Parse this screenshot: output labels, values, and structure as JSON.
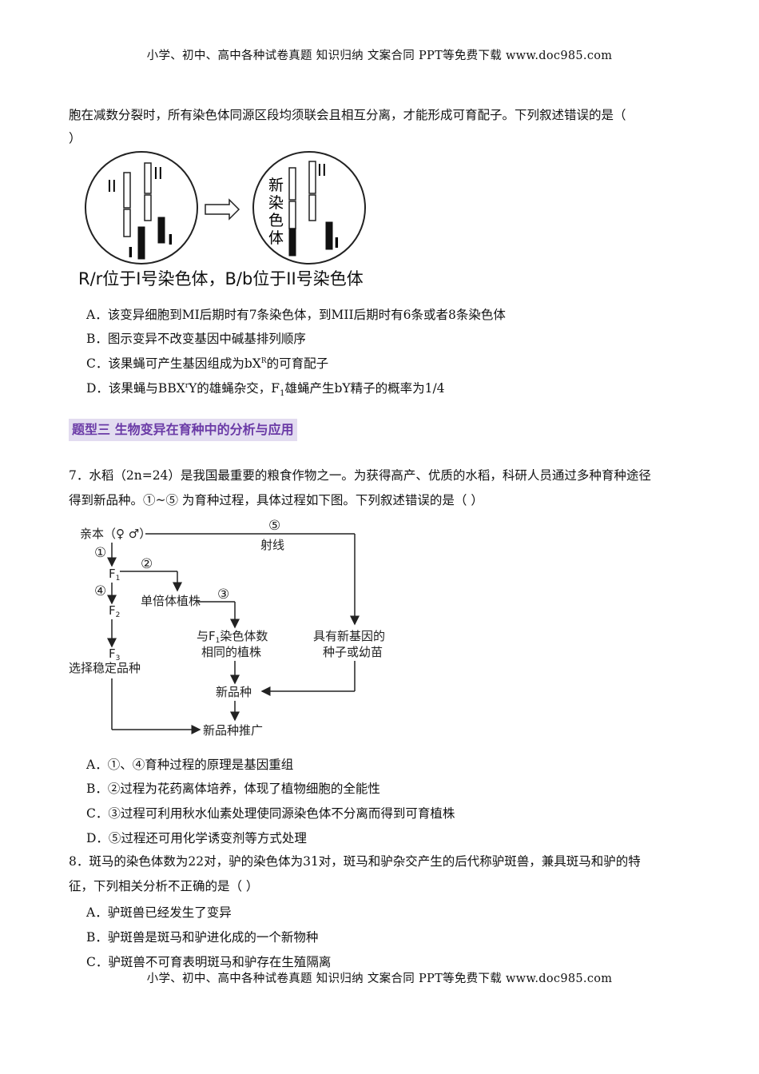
{
  "header": {
    "text": "小学、初中、高中各种试卷真题  知识归纳  文案合同  PPT等免费下载     www.doc985.com"
  },
  "footer": {
    "text": "小学、初中、高中各种试卷真题  知识归纳  文案合同  PPT等免费下载     www.doc985.com"
  },
  "q6": {
    "stem_line1": "胞在减数分裂时，所有染色体同源区段均须联会且相互分离，才能形成可育配子。下列叙述错误的是（",
    "stem_line2": "）",
    "figure": {
      "label_II": "II",
      "label_I": "I",
      "new_chromosome": [
        "新",
        "染",
        "色",
        "体"
      ],
      "caption": "R/r位于I号染色体，B/b位于II号染色体"
    },
    "options": {
      "A": "A．该变异细胞到MI后期时有7条染色体，到MII后期时有6条或者8条染色体",
      "B": "B．图示变异不改变基因中碱基排列顺序",
      "C_pre": "C．该果蝇可产生基因组成为bX",
      "C_sup": "R",
      "C_post": "的可育配子",
      "D_pre": "D．该果蝇与BBX",
      "D_sup": "r",
      "D_mid": "Y的雄蝇杂交，F",
      "D_sub": "1",
      "D_post": "雄蝇产生bY精子的概率为1/4"
    }
  },
  "section_title": "题型三 生物变异在育种中的分析与应用",
  "q7": {
    "stem_line1": "7．水稻（2n=24）是我国最重要的粮食作物之一。为获得高产、优质的水稻，科研人员通过多种育种途径",
    "stem_line2": "得到新品种。①~⑤ 为育种过程，具体过程如下图。下列叙述错误的是（          ）",
    "diagram": {
      "parent": "亲本（♀ ♂）",
      "step1": "①",
      "step2": "②",
      "step3": "③",
      "step4": "④",
      "step5": "⑤",
      "ray": "射线",
      "f1": "F",
      "f1_sub": "1",
      "f2": "F",
      "f2_sub": "2",
      "f3": "F",
      "f3_sub": "3",
      "select": "选择稳定品种",
      "haploid": "单倍体植株",
      "same_pre": "与F",
      "same_sub": "1",
      "same_post": "染色体数",
      "same_line2": "相同的植株",
      "newgene_line1": "具有新基因的",
      "newgene_line2": "种子或幼苗",
      "new_variety": "新品种",
      "promote": "新品种推广"
    },
    "options": {
      "A": "A．①、④育种过程的原理是基因重组",
      "B": "B．②过程为花药离体培养，体现了植物细胞的全能性",
      "C": "C．③过程可利用秋水仙素处理使同源染色体不分离而得到可育植株",
      "D": "D．⑤过程还可用化学诱变剂等方式处理"
    }
  },
  "q8": {
    "stem_line1": "8．斑马的染色体数为22对，驴的染色体为31对，斑马和驴杂交产生的后代称驴斑兽，兼具斑马和驴的特",
    "stem_line2": "征，下列相关分析不正确的是（     ）",
    "options": {
      "A": "A．驴斑兽已经发生了变异",
      "B": "B．驴斑兽是斑马和驴进化成的一个新物种",
      "C": "C．驴斑兽不可育表明斑马和驴存在生殖隔离"
    }
  }
}
